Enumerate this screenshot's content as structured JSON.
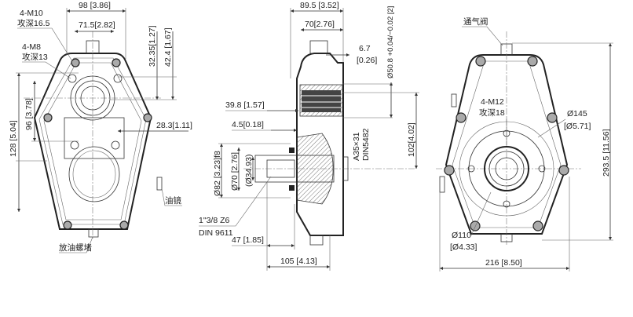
{
  "front_view": {
    "dim_98": "98 [3.86]",
    "dim_71_5": "71.5[2.82]",
    "thread_m10": "4-M10",
    "depth_m10": "攻深16.5",
    "thread_m8": "4-M8",
    "depth_m8": "攻深13",
    "dim_32_35": "32.35[1.27]",
    "dim_42_4": "42.4 [1.67]",
    "dim_128": "128 [5.04]",
    "dim_96": "96 [3.78]",
    "dim_28_3": "28.3[1.11]",
    "oil_sight": "油镜",
    "drain_plug": "放油螺堵"
  },
  "side_view": {
    "dim_89_5": "89.5 [3.52]",
    "dim_70": "70[2.76]",
    "dim_6_7": "6.7",
    "dim_6_7_in": "[0.26]",
    "dim_50_8": "Ø50.8 +0.04/−0.02 [2]",
    "dim_39_8": "39.8 [1.57]",
    "dim_4_5": "4.5[0.18]",
    "spline_a35": "A35×31",
    "spline_din": "DIN5482",
    "dim_102": "102[4.02]",
    "dim_82": "Ø82 [3.23]f8",
    "dim_70_dia": "Ø70 [2.76]",
    "dim_34_93": "(Ø34.93)",
    "shaft_spec": "1\"3/8 Z6",
    "shaft_din": "DIN 9611",
    "dim_47": "47 [1.85]",
    "dim_105": "105 [4.13]"
  },
  "rear_view": {
    "vent_valve": "通气阀",
    "thread_m12": "4-M12",
    "depth_m12": "攻深18",
    "dim_145": "Ø145",
    "dim_145_in": "[Ø5.71]",
    "dim_110": "Ø110",
    "dim_110_in": "[Ø4.33]",
    "dim_216": "216 [8.50]",
    "dim_293_5": "293.5 [11.56]"
  }
}
